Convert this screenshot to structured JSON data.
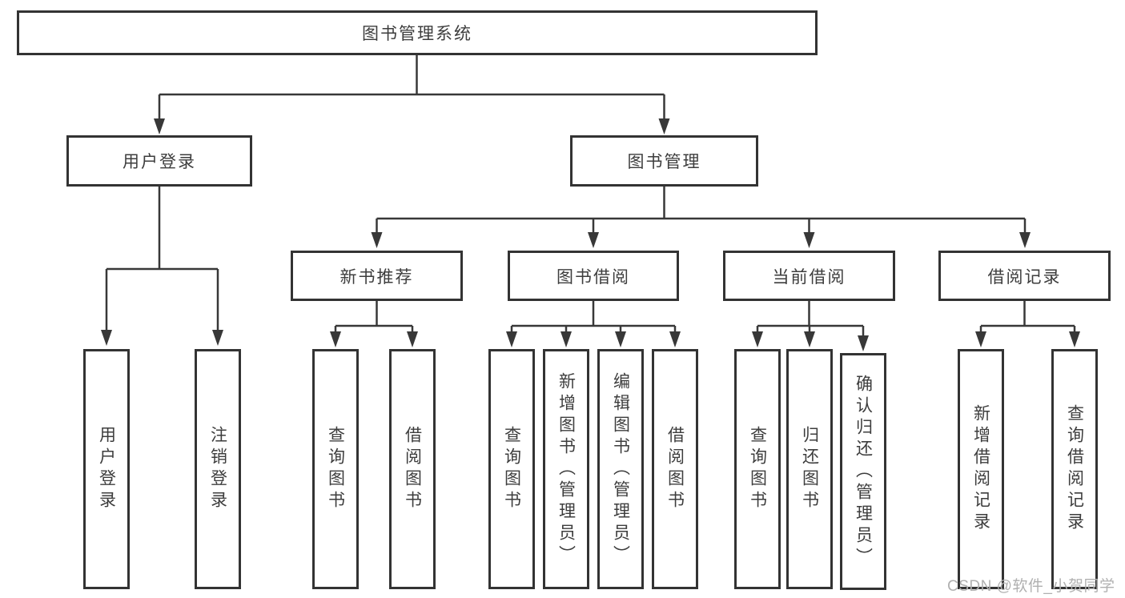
{
  "diagram": {
    "root": {
      "label": "图书管理系统"
    },
    "user_login_branch": {
      "label": "用户登录",
      "children": [
        {
          "label": "用户登录"
        },
        {
          "label": "注销登录"
        }
      ]
    },
    "book_mgmt_branch": {
      "label": "图书管理",
      "groups": [
        {
          "label": "新书推荐",
          "children": [
            {
              "label": "查询图书"
            },
            {
              "label": "借阅图书"
            }
          ]
        },
        {
          "label": "图书借阅",
          "children": [
            {
              "label": "查询图书"
            },
            {
              "label": "新增图书（管理员）"
            },
            {
              "label": "编辑图书（管理员）"
            },
            {
              "label": "借阅图书"
            }
          ]
        },
        {
          "label": "当前借阅",
          "children": [
            {
              "label": "查询图书"
            },
            {
              "label": "归还图书"
            },
            {
              "label": "确认归还（管理员）"
            }
          ]
        },
        {
          "label": "借阅记录",
          "children": [
            {
              "label": "新增借阅记录"
            },
            {
              "label": "查询借阅记录"
            }
          ]
        }
      ]
    },
    "watermark": "CSDN @软件_小贺同学"
  },
  "colors": {
    "line": "#383838",
    "box_border": "#333333",
    "text": "#3d3d3d",
    "watermark": "#b0b0b0",
    "background": "#ffffff"
  }
}
